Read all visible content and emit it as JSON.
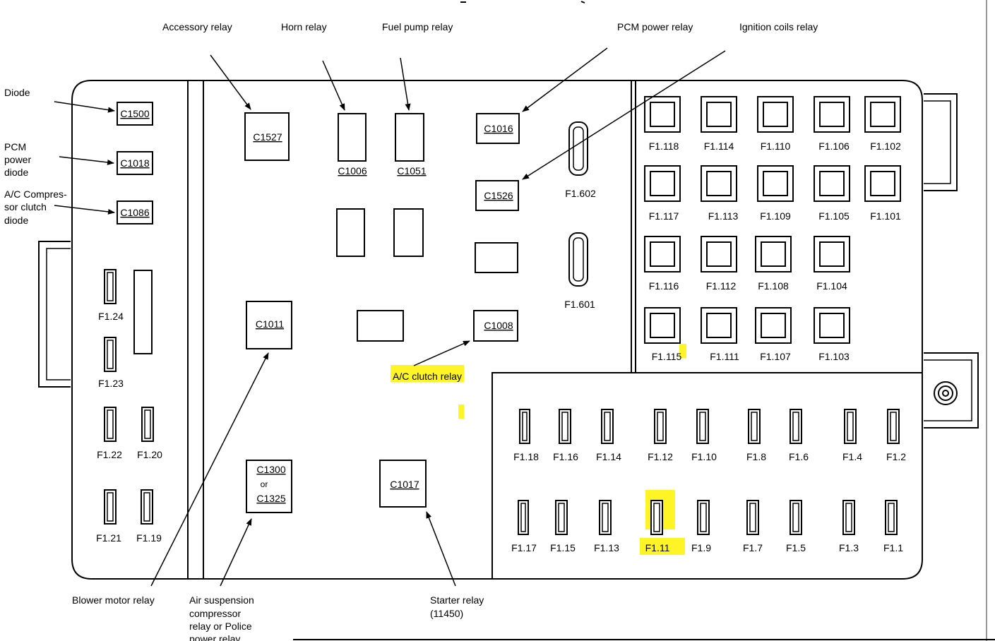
{
  "callouts": {
    "accessory_relay": "Accessory relay",
    "horn_relay": "Horn relay",
    "fuel_pump_relay": "Fuel pump relay",
    "pcm_power_relay": "PCM power relay",
    "ignition_coils_relay": "Ignition coils relay",
    "diode": "Diode",
    "pcm_power_diode": [
      "PCM",
      "power",
      "diode"
    ],
    "ac_compressor_clutch_diode": [
      "A/C Compres-",
      "sor clutch",
      "diode"
    ],
    "ac_clutch_relay": "A/C clutch relay",
    "blower_motor_relay": "Blower motor relay",
    "air_suspension_relay": [
      "Air suspension",
      "compressor",
      "relay or Police",
      "power relay"
    ],
    "starter_relay": [
      "Starter relay",
      "(11450)"
    ]
  },
  "connectors": {
    "c1500": "C1500",
    "c1018": "C1018",
    "c1086": "C1086",
    "c1527": "C1527",
    "c1006": "C1006",
    "c1051": "C1051",
    "c1016": "C1016",
    "c1526": "C1526",
    "c1011": "C1011",
    "c1008": "C1008",
    "c1300": "C1300",
    "or": "or",
    "c1325": "C1325",
    "c1017": "C1017"
  },
  "fuses": {
    "left_column": [
      "F1.24",
      "F1.23",
      "F1.22",
      "F1.20",
      "F1.21",
      "F1.19"
    ],
    "midi": [
      "F1.602",
      "F1.601"
    ],
    "maxi_rows": [
      [
        "F1.118",
        "F1.114",
        "F1.110",
        "F1.106",
        "F1.102"
      ],
      [
        "F1.117",
        "F1.113",
        "F1.109",
        "F1.105",
        "F1.101"
      ],
      [
        "F1.116",
        "F1.112",
        "F1.108",
        "F1.104"
      ],
      [
        "F1.115",
        "F1.111",
        "F1.107",
        "F1.103"
      ]
    ],
    "mini_top": [
      "F1.18",
      "F1.16",
      "F1.14",
      "F1.12",
      "F1.10",
      "F1.8",
      "F1.6",
      "F1.4",
      "F1.2"
    ],
    "mini_bottom": [
      "F1.17",
      "F1.15",
      "F1.13",
      "F1.11",
      "F1.9",
      "F1.7",
      "F1.5",
      "F1.3",
      "F1.1"
    ]
  },
  "highlight_color": "#fff200"
}
